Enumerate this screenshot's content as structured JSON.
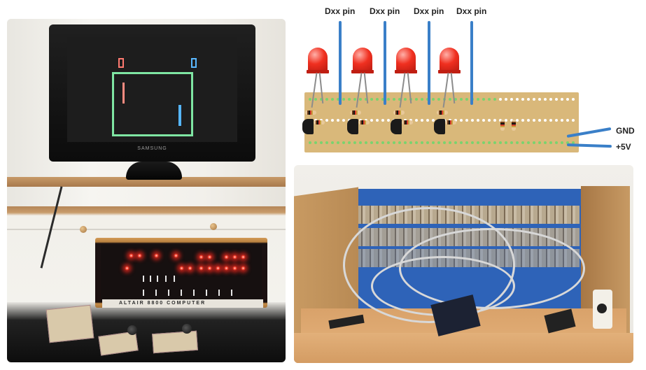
{
  "diagram": {
    "pin_labels": [
      "Dxx pin",
      "Dxx pin",
      "Dxx pin",
      "Dxx pin"
    ],
    "rail_labels": {
      "gnd": "GND",
      "vcc": "+5V"
    }
  },
  "photos": {
    "tv_brand": "SAMSUNG",
    "altair_label": "ALTAIR 8800 COMPUTER"
  },
  "colors": {
    "wire_blue": "#3a7fc8",
    "led_red": "#f03020",
    "stripboard": "#d9b87a",
    "pong_field": "#7fe6a3",
    "paddle_left": "#ff8b80",
    "paddle_right": "#56b6ff"
  }
}
